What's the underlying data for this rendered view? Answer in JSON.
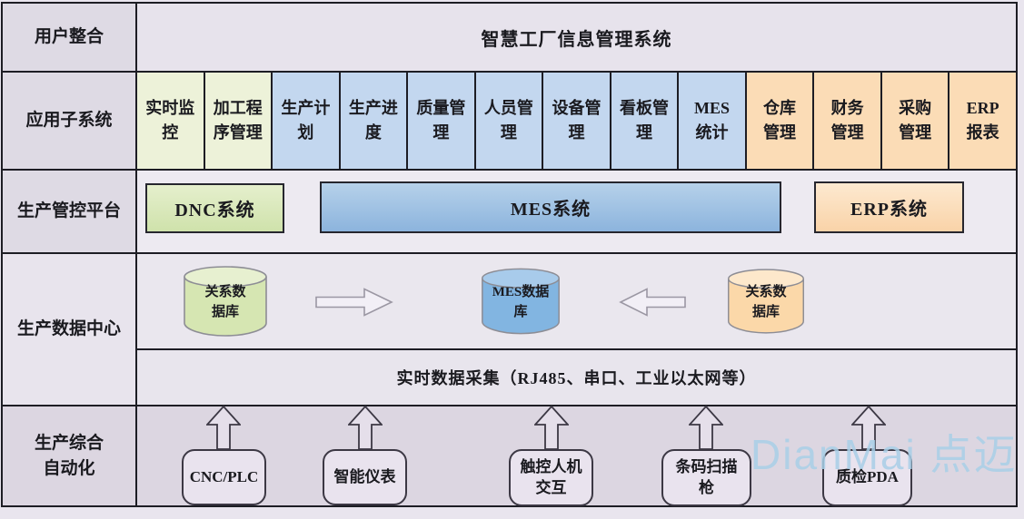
{
  "rows": {
    "user_integration": {
      "label": "用户整合",
      "title": "智慧工厂信息管理系统"
    },
    "subsystems": {
      "label": "应用子系统",
      "items": [
        {
          "label": "实时监\n控",
          "group": "dnc"
        },
        {
          "label": "加工程\n序管理",
          "group": "dnc"
        },
        {
          "label": "生产计\n划",
          "group": "mes"
        },
        {
          "label": "生产进\n度",
          "group": "mes"
        },
        {
          "label": "质量管\n理",
          "group": "mes"
        },
        {
          "label": "人员管\n理",
          "group": "mes"
        },
        {
          "label": "设备管\n理",
          "group": "mes"
        },
        {
          "label": "看板管\n理",
          "group": "mes"
        },
        {
          "label": "MES\n统计",
          "group": "mes"
        },
        {
          "label": "仓库\n管理",
          "group": "erp"
        },
        {
          "label": "财务\n管理",
          "group": "erp"
        },
        {
          "label": "采购\n管理",
          "group": "erp"
        },
        {
          "label": "ERP\n报表",
          "group": "erp"
        }
      ]
    },
    "platform": {
      "label": "生产管控平台",
      "systems": [
        {
          "label": "DNC系统"
        },
        {
          "label": "MES系统"
        },
        {
          "label": "ERP系统"
        }
      ]
    },
    "data_center": {
      "label": "生产数据中心",
      "databases": [
        {
          "label": "关系数\n据库"
        },
        {
          "label": "MES数据\n库"
        },
        {
          "label": "关系数\n据库"
        }
      ],
      "band": "实时数据采集（RJ485、串口、工业以太网等）"
    },
    "automation": {
      "label": "生产综合\n自动化",
      "devices": [
        {
          "label": "CNC/PLC"
        },
        {
          "label": "智能仪表"
        },
        {
          "label": "触控人机\n交互"
        },
        {
          "label": "条码扫描\n枪"
        },
        {
          "label": "质检PDA"
        }
      ]
    }
  },
  "watermark": "DianMai 点迈",
  "colors": {
    "bg": "#e9e5ee",
    "cell1": "#dedae4",
    "cell4": "#e8e4ed",
    "cell5": "#dcd6e1",
    "title-bg": "#e7e3ec",
    "row3-bg": "#edeaf1",
    "row4-bg": "#eae7ee",
    "band-bg": "#e8e5ed",
    "row5-bg": "#dcd6e1",
    "grid": "#1d1d24",
    "text": "#1a1a1f",
    "green-box": "#edf2d9",
    "blue-box": "#c3d7ef",
    "orange-box": "#fbdcb6",
    "dnc-top": "#e5efcd",
    "dnc-bottom": "#cfe2ab",
    "mes-top": "#b6d1ea",
    "mes-bottom": "#8cb4dd",
    "erp-top": "#fde9d0",
    "erp-bottom": "#f9d3a8",
    "cyl-green-body": "#d6e6b2",
    "cyl-green-top": "#e7f0d0",
    "cyl-blue-body": "#82b5e1",
    "cyl-blue-top": "#a8cbeb",
    "cyl-orange-body": "#fbd8a9",
    "cyl-orange-top": "#fde8cb",
    "cyl-stroke": "#8d8d95",
    "box-stroke": "#26262e",
    "arrow-fill": "#f2eff6",
    "arrow-stroke": "#9b97a3",
    "up-arrow-fill": "#e5dfea",
    "up-arrow-stroke": "#3c3844",
    "device-bg": "#e9e3ee",
    "watermark": "#a9cfe7"
  }
}
